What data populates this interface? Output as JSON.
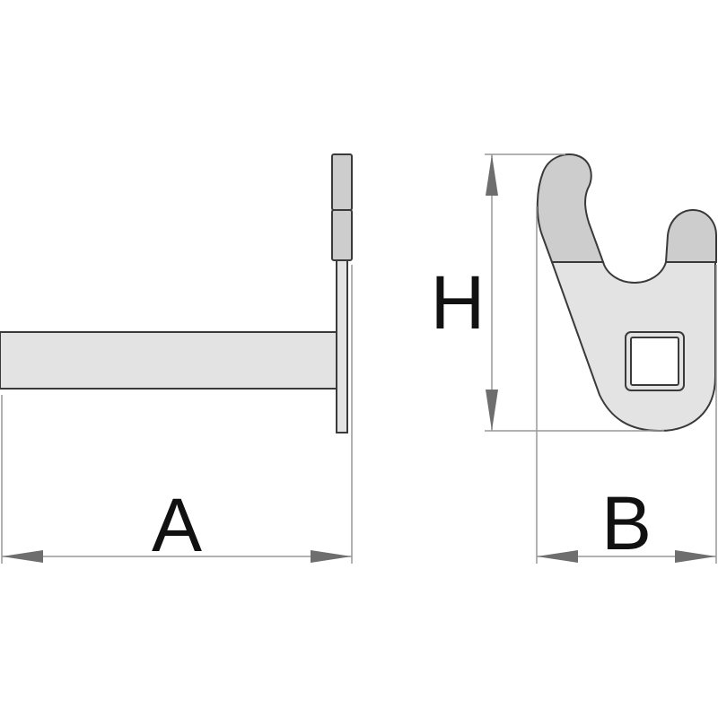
{
  "labels": {
    "a": "A",
    "h": "H",
    "b": "B"
  },
  "colors": {
    "dark_fill": "#cdcdcd",
    "light_fill": "#e3e3e3",
    "outline": "#3a3a3a",
    "dim_line": "#999999",
    "arrow": "#6e6e6e"
  }
}
